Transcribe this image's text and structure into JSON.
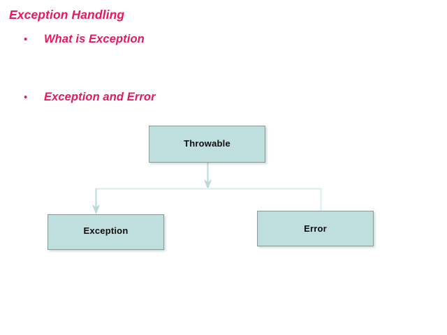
{
  "slide": {
    "title": "Exception Handling",
    "background_color": "#ffffff",
    "accent_color": "#e8185a",
    "node_fill_color": "#bfdede",
    "node_border_color": "#8a9a9a",
    "connector_color": "#c5e0e0",
    "node_text_color": "#0d0d0d"
  },
  "bullets": [
    {
      "marker": "•",
      "label": "What is Exception"
    },
    {
      "marker": "•",
      "label": "Exception and Error"
    }
  ],
  "diagram": {
    "nodes": [
      {
        "id": "throwable",
        "label": "Throwable"
      },
      {
        "id": "exception",
        "label": "Exception"
      },
      {
        "id": "error",
        "label": "Error"
      }
    ],
    "edges": [
      {
        "from": "throwable",
        "to": "exception"
      },
      {
        "from": "throwable",
        "to": "error"
      }
    ]
  }
}
